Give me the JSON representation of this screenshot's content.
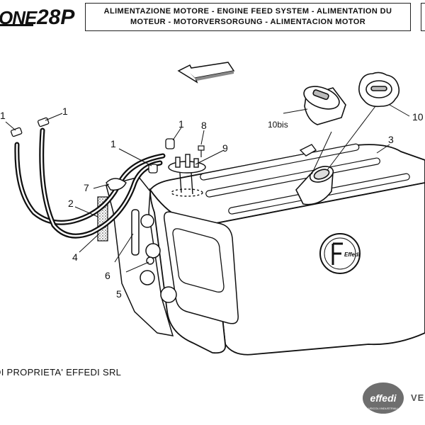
{
  "header": {
    "brand": "ONE",
    "model": "28P",
    "title_line1": "ALIMENTAZIONE MOTORE - ENGINE FEED SYSTEM - ALIMENTATION DU",
    "title_line2": "MOTEUR - MOTORVERSORGUNG - ALIMENTACION MOTOR"
  },
  "diagram": {
    "callouts": [
      {
        "id": "c1a",
        "text": "1"
      },
      {
        "id": "c1b",
        "text": "1"
      },
      {
        "id": "c1c",
        "text": "1"
      },
      {
        "id": "c1d",
        "text": "1"
      },
      {
        "id": "c2",
        "text": "2"
      },
      {
        "id": "c3",
        "text": "3"
      },
      {
        "id": "c4",
        "text": "4"
      },
      {
        "id": "c5",
        "text": "5"
      },
      {
        "id": "c6",
        "text": "6"
      },
      {
        "id": "c7",
        "text": "7"
      },
      {
        "id": "c8",
        "text": "8"
      },
      {
        "id": "c9",
        "text": "9"
      },
      {
        "id": "c10",
        "text": "10"
      },
      {
        "id": "c10bis",
        "text": "10bis"
      }
    ],
    "tank_emblem": "Effedi"
  },
  "footer": {
    "ownership": "DI PROPRIETA' EFFEDI SRL",
    "logo_word": "effedi",
    "logo_sub": "VEICOLI INDUSTRIALI",
    "trailing_text": "VEI"
  }
}
